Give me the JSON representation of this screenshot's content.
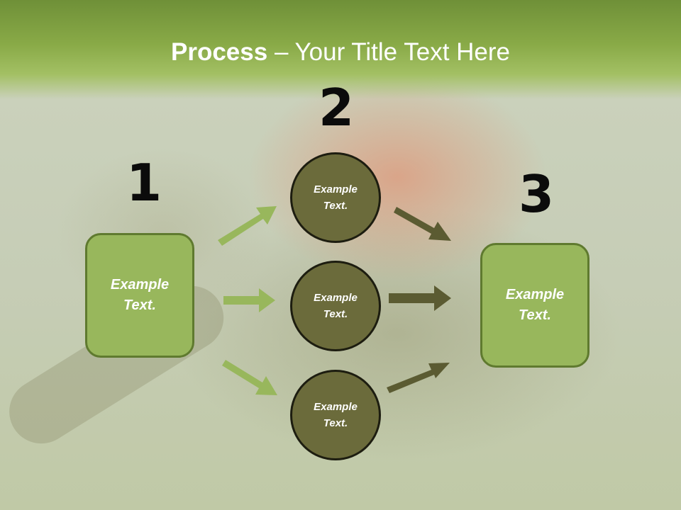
{
  "slide": {
    "title_bold": "Process",
    "title_rest": " – Your Title Text Here"
  },
  "steps": {
    "one": "1",
    "two": "2",
    "three": "3"
  },
  "boxes": {
    "left": "Example Text.",
    "right": "Example Text."
  },
  "circles": {
    "top": "Example Text.",
    "middle": "Example Text.",
    "bottom": "Example Text."
  },
  "colors": {
    "header": "#89aa47",
    "box_fill": "#98b75c",
    "circle_fill": "#6b6b3b",
    "arrow_light": "#98b75c",
    "arrow_dark": "#5b5b32"
  }
}
